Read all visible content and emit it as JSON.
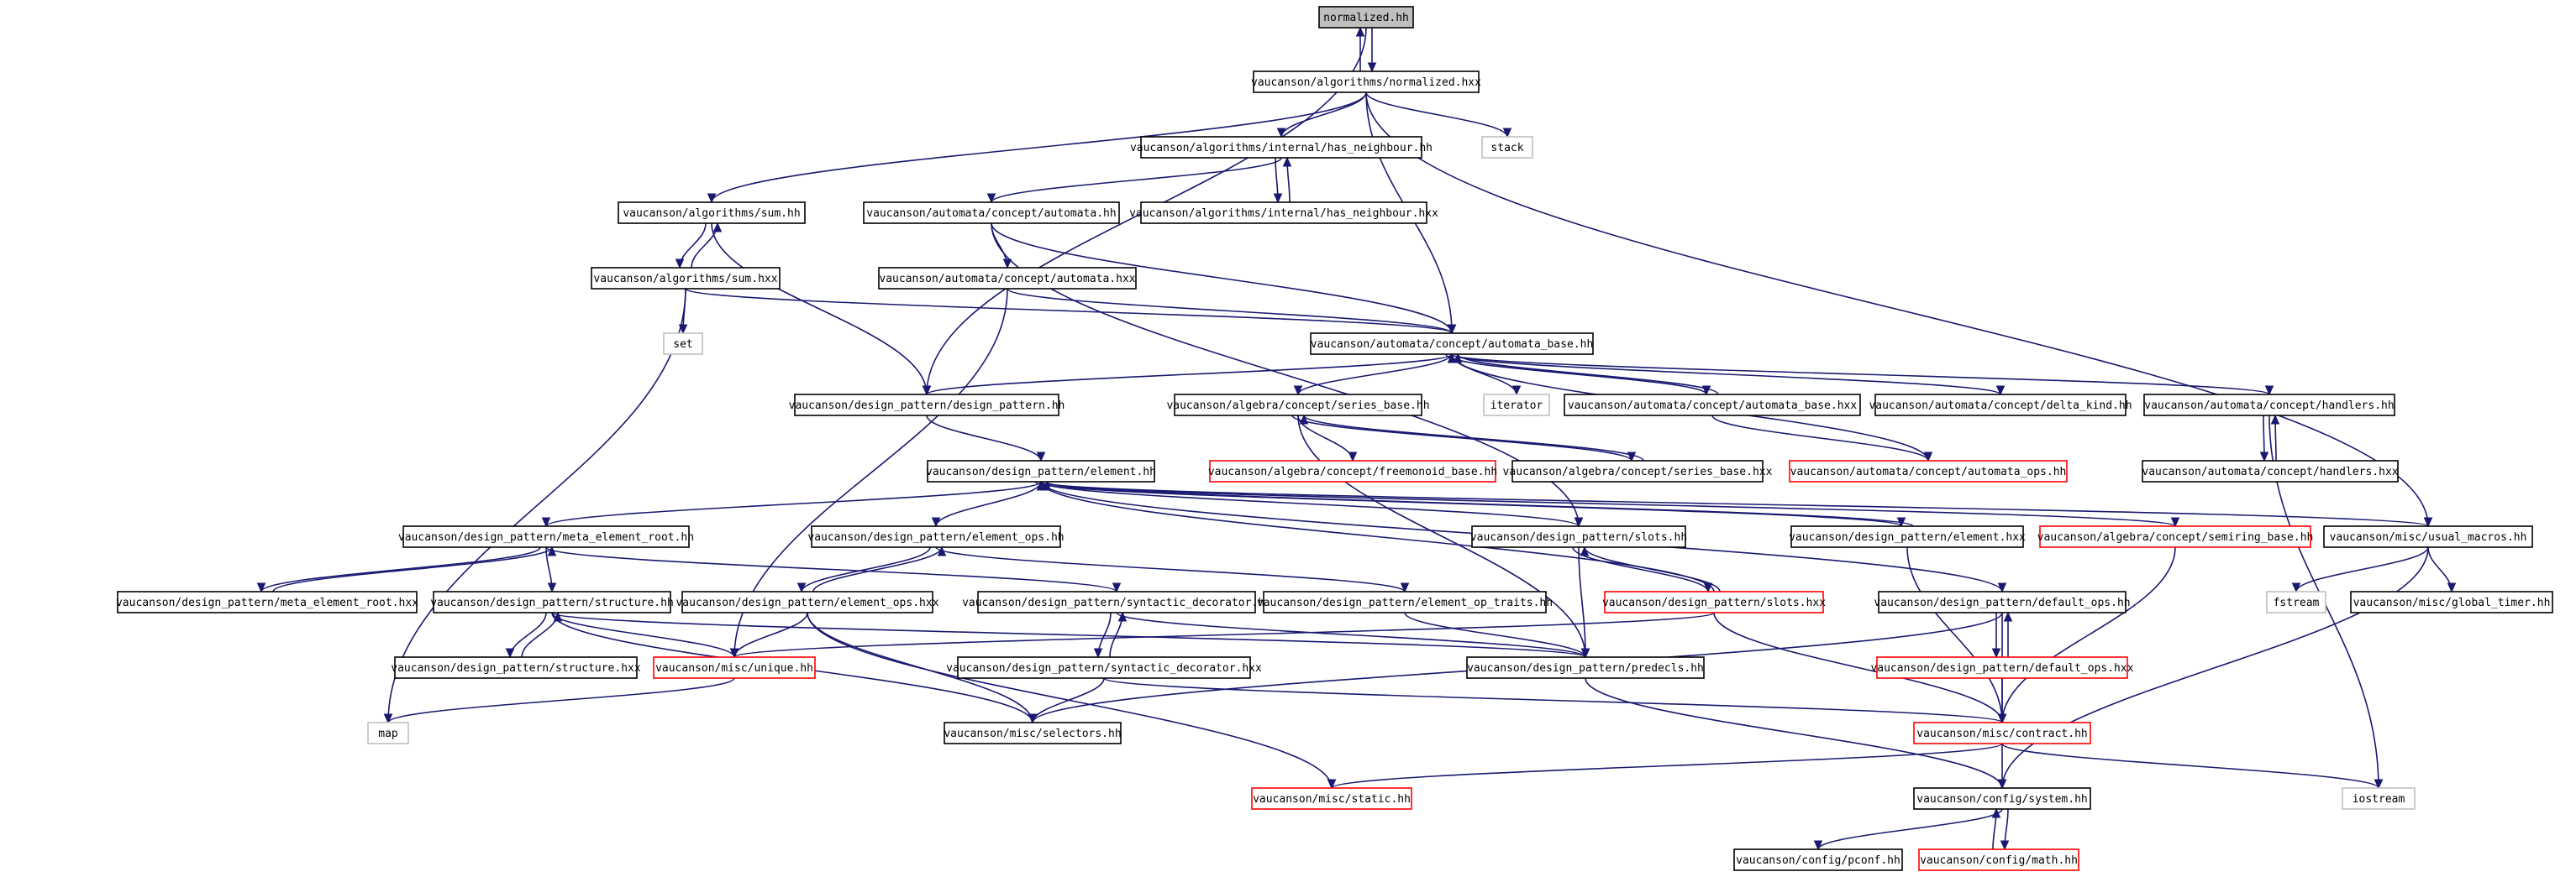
{
  "diagram": {
    "type": "include-dependency-graph",
    "colors": {
      "node_fill": "#ffffff",
      "root_fill": "#bfbfbf",
      "node_border": "#000000",
      "truncated_border": "#ff0000",
      "system_border": "#bfbfbf",
      "edge": "#191970"
    },
    "nodes": [
      {
        "id": "n_normalized_hh",
        "label": "normalized.hh",
        "style": "root"
      },
      {
        "id": "n_alg_normalized_hxx",
        "label": "vaucanson/algorithms/normalized.hxx",
        "style": "normal"
      },
      {
        "id": "n_stack",
        "label": "stack",
        "style": "system"
      },
      {
        "id": "n_has_neighbour_hh",
        "label": "vaucanson/algorithms/internal/has_neighbour.hh",
        "style": "normal"
      },
      {
        "id": "n_has_neighbour_hxx",
        "label": "vaucanson/algorithms/internal/has_neighbour.hxx",
        "style": "normal"
      },
      {
        "id": "n_sum_hh",
        "label": "vaucanson/algorithms/sum.hh",
        "style": "normal"
      },
      {
        "id": "n_concept_automata_hh",
        "label": "vaucanson/automata/concept/automata.hh",
        "style": "normal"
      },
      {
        "id": "n_sum_hxx",
        "label": "vaucanson/algorithms/sum.hxx",
        "style": "normal"
      },
      {
        "id": "n_concept_automata_hxx",
        "label": "vaucanson/automata/concept/automata.hxx",
        "style": "normal"
      },
      {
        "id": "n_set",
        "label": "set",
        "style": "system"
      },
      {
        "id": "n_automata_base_hh",
        "label": "vaucanson/automata/concept/automata_base.hh",
        "style": "normal"
      },
      {
        "id": "n_design_pattern_hh",
        "label": "vaucanson/design_pattern/design_pattern.hh",
        "style": "normal"
      },
      {
        "id": "n_series_base_hh",
        "label": "vaucanson/algebra/concept/series_base.hh",
        "style": "normal"
      },
      {
        "id": "n_iterator",
        "label": "iterator",
        "style": "system"
      },
      {
        "id": "n_automata_base_hxx",
        "label": "vaucanson/automata/concept/automata_base.hxx",
        "style": "normal"
      },
      {
        "id": "n_delta_kind_hh",
        "label": "vaucanson/automata/concept/delta_kind.hh",
        "style": "normal"
      },
      {
        "id": "n_handlers_hh",
        "label": "vaucanson/automata/concept/handlers.hh",
        "style": "normal"
      },
      {
        "id": "n_element_hh",
        "label": "vaucanson/design_pattern/element.hh",
        "style": "normal"
      },
      {
        "id": "n_freemonoid_base_hh",
        "label": "vaucanson/algebra/concept/freemonoid_base.hh",
        "style": "truncated"
      },
      {
        "id": "n_series_base_hxx",
        "label": "vaucanson/algebra/concept/series_base.hxx",
        "style": "normal"
      },
      {
        "id": "n_automata_ops_hh",
        "label": "vaucanson/automata/concept/automata_ops.hh",
        "style": "truncated"
      },
      {
        "id": "n_handlers_hxx",
        "label": "vaucanson/automata/concept/handlers.hxx",
        "style": "normal"
      },
      {
        "id": "n_meta_element_root_hh",
        "label": "vaucanson/design_pattern/meta_element_root.hh",
        "style": "normal"
      },
      {
        "id": "n_element_ops_hh",
        "label": "vaucanson/design_pattern/element_ops.hh",
        "style": "normal"
      },
      {
        "id": "n_slots_hh",
        "label": "vaucanson/design_pattern/slots.hh",
        "style": "normal"
      },
      {
        "id": "n_element_hxx",
        "label": "vaucanson/design_pattern/element.hxx",
        "style": "normal"
      },
      {
        "id": "n_semiring_base_hh",
        "label": "vaucanson/algebra/concept/semiring_base.hh",
        "style": "truncated"
      },
      {
        "id": "n_usual_macros_hh",
        "label": "vaucanson/misc/usual_macros.hh",
        "style": "normal"
      },
      {
        "id": "n_meta_element_root_hxx",
        "label": "vaucanson/design_pattern/meta_element_root.hxx",
        "style": "normal"
      },
      {
        "id": "n_structure_hh",
        "label": "vaucanson/design_pattern/structure.hh",
        "style": "normal"
      },
      {
        "id": "n_element_ops_hxx",
        "label": "vaucanson/design_pattern/element_ops.hxx",
        "style": "normal"
      },
      {
        "id": "n_syntactic_decorator_hh",
        "label": "vaucanson/design_pattern/syntactic_decorator.hh",
        "style": "normal"
      },
      {
        "id": "n_element_op_traits_hh",
        "label": "vaucanson/design_pattern/element_op_traits.hh",
        "style": "normal"
      },
      {
        "id": "n_slots_hxx",
        "label": "vaucanson/design_pattern/slots.hxx",
        "style": "truncated"
      },
      {
        "id": "n_default_ops_hh",
        "label": "vaucanson/design_pattern/default_ops.hh",
        "style": "normal"
      },
      {
        "id": "n_fstream",
        "label": "fstream",
        "style": "system"
      },
      {
        "id": "n_global_timer_hh",
        "label": "vaucanson/misc/global_timer.hh",
        "style": "normal"
      },
      {
        "id": "n_structure_hxx",
        "label": "vaucanson/design_pattern/structure.hxx",
        "style": "normal"
      },
      {
        "id": "n_unique_hh",
        "label": "vaucanson/misc/unique.hh",
        "style": "truncated"
      },
      {
        "id": "n_syntactic_decorator_hxx",
        "label": "vaucanson/design_pattern/syntactic_decorator.hxx",
        "style": "normal"
      },
      {
        "id": "n_predecls_hh",
        "label": "vaucanson/design_pattern/predecls.hh",
        "style": "normal"
      },
      {
        "id": "n_default_ops_hxx",
        "label": "vaucanson/design_pattern/default_ops.hxx",
        "style": "truncated"
      },
      {
        "id": "n_map",
        "label": "map",
        "style": "system"
      },
      {
        "id": "n_selectors_hh",
        "label": "vaucanson/misc/selectors.hh",
        "style": "normal"
      },
      {
        "id": "n_contract_hh",
        "label": "vaucanson/misc/contract.hh",
        "style": "truncated"
      },
      {
        "id": "n_static_hh",
        "label": "vaucanson/misc/static.hh",
        "style": "truncated"
      },
      {
        "id": "n_system_hh",
        "label": "vaucanson/config/system.hh",
        "style": "normal"
      },
      {
        "id": "n_iostream",
        "label": "iostream",
        "style": "system"
      },
      {
        "id": "n_pconf_hh",
        "label": "vaucanson/config/pconf.hh",
        "style": "normal"
      },
      {
        "id": "n_math_hh",
        "label": "vaucanson/config/math.hh",
        "style": "truncated"
      }
    ],
    "edges": [
      [
        "n_normalized_hh",
        "n_alg_normalized_hxx"
      ],
      [
        "n_alg_normalized_hxx",
        "n_normalized_hh"
      ],
      [
        "n_normalized_hh",
        "n_design_pattern_hh"
      ],
      [
        "n_alg_normalized_hxx",
        "n_stack"
      ],
      [
        "n_alg_normalized_hxx",
        "n_has_neighbour_hh"
      ],
      [
        "n_alg_normalized_hxx",
        "n_sum_hh"
      ],
      [
        "n_alg_normalized_hxx",
        "n_automata_base_hh"
      ],
      [
        "n_alg_normalized_hxx",
        "n_usual_macros_hh"
      ],
      [
        "n_has_neighbour_hh",
        "n_has_neighbour_hxx"
      ],
      [
        "n_has_neighbour_hxx",
        "n_has_neighbour_hh"
      ],
      [
        "n_has_neighbour_hh",
        "n_concept_automata_hh"
      ],
      [
        "n_sum_hh",
        "n_sum_hxx"
      ],
      [
        "n_sum_hxx",
        "n_sum_hh"
      ],
      [
        "n_sum_hh",
        "n_design_pattern_hh"
      ],
      [
        "n_sum_hxx",
        "n_set"
      ],
      [
        "n_sum_hxx",
        "n_automata_base_hh"
      ],
      [
        "n_sum_hxx",
        "n_map"
      ],
      [
        "n_concept_automata_hh",
        "n_concept_automata_hxx"
      ],
      [
        "n_concept_automata_hh",
        "n_automata_base_hh"
      ],
      [
        "n_concept_automata_hh",
        "n_slots_hh"
      ],
      [
        "n_concept_automata_hxx",
        "n_automata_base_hh"
      ],
      [
        "n_concept_automata_hxx",
        "n_unique_hh"
      ],
      [
        "n_automata_base_hh",
        "n_design_pattern_hh"
      ],
      [
        "n_automata_base_hh",
        "n_series_base_hh"
      ],
      [
        "n_automata_base_hh",
        "n_iterator"
      ],
      [
        "n_automata_base_hh",
        "n_automata_base_hxx"
      ],
      [
        "n_automata_base_hxx",
        "n_automata_base_hh"
      ],
      [
        "n_automata_base_hh",
        "n_delta_kind_hh"
      ],
      [
        "n_automata_base_hh",
        "n_handlers_hh"
      ],
      [
        "n_automata_ops_hh",
        "n_automata_base_hh"
      ],
      [
        "n_automata_base_hxx",
        "n_automata_ops_hh"
      ],
      [
        "n_handlers_hh",
        "n_handlers_hxx"
      ],
      [
        "n_handlers_hxx",
        "n_handlers_hh"
      ],
      [
        "n_handlers_hh",
        "n_iostream"
      ],
      [
        "n_design_pattern_hh",
        "n_element_hh"
      ],
      [
        "n_series_base_hh",
        "n_freemonoid_base_hh"
      ],
      [
        "n_series_base_hh",
        "n_series_base_hxx"
      ],
      [
        "n_series_base_hxx",
        "n_series_base_hh"
      ],
      [
        "n_series_base_hh",
        "n_predecls_hh"
      ],
      [
        "n_element_hh",
        "n_meta_element_root_hh"
      ],
      [
        "n_element_hh",
        "n_element_ops_hh"
      ],
      [
        "n_element_hh",
        "n_slots_hh"
      ],
      [
        "n_element_hh",
        "n_element_hxx"
      ],
      [
        "n_element_hxx",
        "n_element_hh"
      ],
      [
        "n_element_hh",
        "n_semiring_base_hh"
      ],
      [
        "n_element_hh",
        "n_default_ops_hh"
      ],
      [
        "n_element_hh",
        "n_usual_macros_hh"
      ],
      [
        "n_slots_hxx",
        "n_element_hh"
      ],
      [
        "n_meta_element_root_hh",
        "n_meta_element_root_hxx"
      ],
      [
        "n_meta_element_root_hxx",
        "n_meta_element_root_hh"
      ],
      [
        "n_meta_element_root_hh",
        "n_structure_hh"
      ],
      [
        "n_meta_element_root_hh",
        "n_syntactic_decorator_hh"
      ],
      [
        "n_element_ops_hh",
        "n_element_ops_hxx"
      ],
      [
        "n_element_ops_hxx",
        "n_element_ops_hh"
      ],
      [
        "n_element_ops_hh",
        "n_element_op_traits_hh"
      ],
      [
        "n_slots_hh",
        "n_slots_hxx"
      ],
      [
        "n_slots_hxx",
        "n_slots_hh"
      ],
      [
        "n_slots_hh",
        "n_predecls_hh"
      ],
      [
        "n_slots_hxx",
        "n_unique_hh"
      ],
      [
        "n_slots_hxx",
        "n_contract_hh"
      ],
      [
        "n_element_hxx",
        "n_contract_hh"
      ],
      [
        "n_semiring_base_hh",
        "n_contract_hh"
      ],
      [
        "n_usual_macros_hh",
        "n_fstream"
      ],
      [
        "n_usual_macros_hh",
        "n_global_timer_hh"
      ],
      [
        "n_usual_macros_hh",
        "n_system_hh"
      ],
      [
        "n_structure_hh",
        "n_structure_hxx"
      ],
      [
        "n_structure_hxx",
        "n_structure_hh"
      ],
      [
        "n_structure_hh",
        "n_unique_hh"
      ],
      [
        "n_structure_hh",
        "n_selectors_hh"
      ],
      [
        "n_structure_hh",
        "n_predecls_hh"
      ],
      [
        "n_element_ops_hxx",
        "n_unique_hh"
      ],
      [
        "n_element_ops_hxx",
        "n_selectors_hh"
      ],
      [
        "n_element_ops_hxx",
        "n_static_hh"
      ],
      [
        "n_syntactic_decorator_hh",
        "n_syntactic_decorator_hxx"
      ],
      [
        "n_syntactic_decorator_hxx",
        "n_syntactic_decorator_hh"
      ],
      [
        "n_syntactic_decorator_hh",
        "n_predecls_hh"
      ],
      [
        "n_syntactic_decorator_hxx",
        "n_selectors_hh"
      ],
      [
        "n_syntactic_decorator_hxx",
        "n_contract_hh"
      ],
      [
        "n_element_op_traits_hh",
        "n_predecls_hh"
      ],
      [
        "n_default_ops_hh",
        "n_default_ops_hxx"
      ],
      [
        "n_default_ops_hxx",
        "n_default_ops_hh"
      ],
      [
        "n_default_ops_hh",
        "n_contract_hh"
      ],
      [
        "n_default_ops_hh",
        "n_selectors_hh"
      ],
      [
        "n_default_ops_hxx",
        "n_contract_hh"
      ],
      [
        "n_unique_hh",
        "n_map"
      ],
      [
        "n_predecls_hh",
        "n_system_hh"
      ],
      [
        "n_contract_hh",
        "n_static_hh"
      ],
      [
        "n_contract_hh",
        "n_system_hh"
      ],
      [
        "n_contract_hh",
        "n_iostream"
      ],
      [
        "n_system_hh",
        "n_pconf_hh"
      ],
      [
        "n_system_hh",
        "n_math_hh"
      ],
      [
        "n_math_hh",
        "n_system_hh"
      ]
    ]
  }
}
